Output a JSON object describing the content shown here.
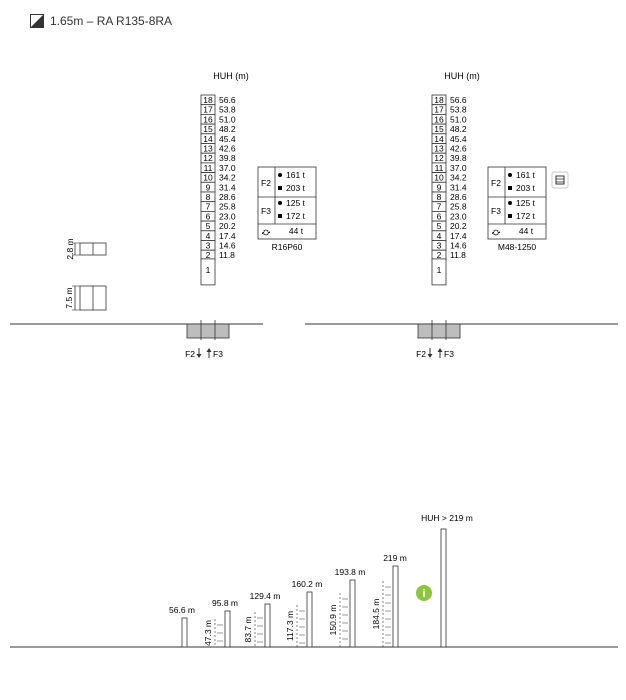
{
  "header": {
    "title": "1.65m – RA  R135-8RA"
  },
  "crane_left": {
    "label": "HUH (m)",
    "levels": [
      {
        "n": "18",
        "h": "56.6"
      },
      {
        "n": "17",
        "h": "53.8"
      },
      {
        "n": "16",
        "h": "51.0"
      },
      {
        "n": "15",
        "h": "48.2"
      },
      {
        "n": "14",
        "h": "45.4"
      },
      {
        "n": "13",
        "h": "42.6"
      },
      {
        "n": "12",
        "h": "39.8"
      },
      {
        "n": "11",
        "h": "37.0"
      },
      {
        "n": "10",
        "h": "34.2"
      },
      {
        "n": "9",
        "h": "31.4"
      },
      {
        "n": "8",
        "h": "28.6"
      },
      {
        "n": "7",
        "h": "25.8"
      },
      {
        "n": "6",
        "h": "23.0"
      },
      {
        "n": "5",
        "h": "20.2"
      },
      {
        "n": "4",
        "h": "17.4"
      },
      {
        "n": "3",
        "h": "14.6"
      },
      {
        "n": "2",
        "h": "11.8"
      },
      {
        "n": "1",
        "h": ""
      }
    ],
    "loads": {
      "f2_label": "F2",
      "f2_dot": "161 t",
      "f2_square": "203 t",
      "f3_label": "F3",
      "f3_dot": "125 t",
      "f3_square": "172 t",
      "rot": "44 t",
      "model": "R16P60"
    },
    "force_label_f2": "F2",
    "force_label_f3": "F3"
  },
  "crane_right": {
    "label": "HUH (m)",
    "levels": [
      {
        "n": "18",
        "h": "56.6"
      },
      {
        "n": "17",
        "h": "53.8"
      },
      {
        "n": "16",
        "h": "51.0"
      },
      {
        "n": "15",
        "h": "48.2"
      },
      {
        "n": "14",
        "h": "45.4"
      },
      {
        "n": "13",
        "h": "42.6"
      },
      {
        "n": "12",
        "h": "39.8"
      },
      {
        "n": "11",
        "h": "37.0"
      },
      {
        "n": "10",
        "h": "34.2"
      },
      {
        "n": "9",
        "h": "31.4"
      },
      {
        "n": "8",
        "h": "28.6"
      },
      {
        "n": "7",
        "h": "25.8"
      },
      {
        "n": "6",
        "h": "23.0"
      },
      {
        "n": "5",
        "h": "20.2"
      },
      {
        "n": "4",
        "h": "17.4"
      },
      {
        "n": "3",
        "h": "14.6"
      },
      {
        "n": "2",
        "h": "11.8"
      },
      {
        "n": "1",
        "h": ""
      }
    ],
    "loads": {
      "f2_label": "F2",
      "f2_dot": "161 t",
      "f2_square": "203 t",
      "f3_label": "F3",
      "f3_dot": "125 t",
      "f3_square": "172 t",
      "rot": "44 t",
      "model": "M48-1250"
    },
    "force_label_f2": "F2",
    "force_label_f3": "F3"
  },
  "section_dims": {
    "upper": "2.8 m",
    "lower": "7.5 m"
  },
  "bottom": {
    "tops": [
      "56.6 m",
      "95.8 m",
      "129.4 m",
      "160.2 m",
      "193.8 m",
      "219 m"
    ],
    "spans": [
      "47.3 m",
      "83.7 m",
      "117.3 m",
      "150.9 m",
      "184.5 m"
    ],
    "max_label": "HUH > 219 m",
    "info_icon": "info-icon",
    "info_color": "#8cc63f"
  },
  "icons": {
    "title_icon": "crane-diagonal-icon",
    "expand_icon": "expand-icon"
  }
}
